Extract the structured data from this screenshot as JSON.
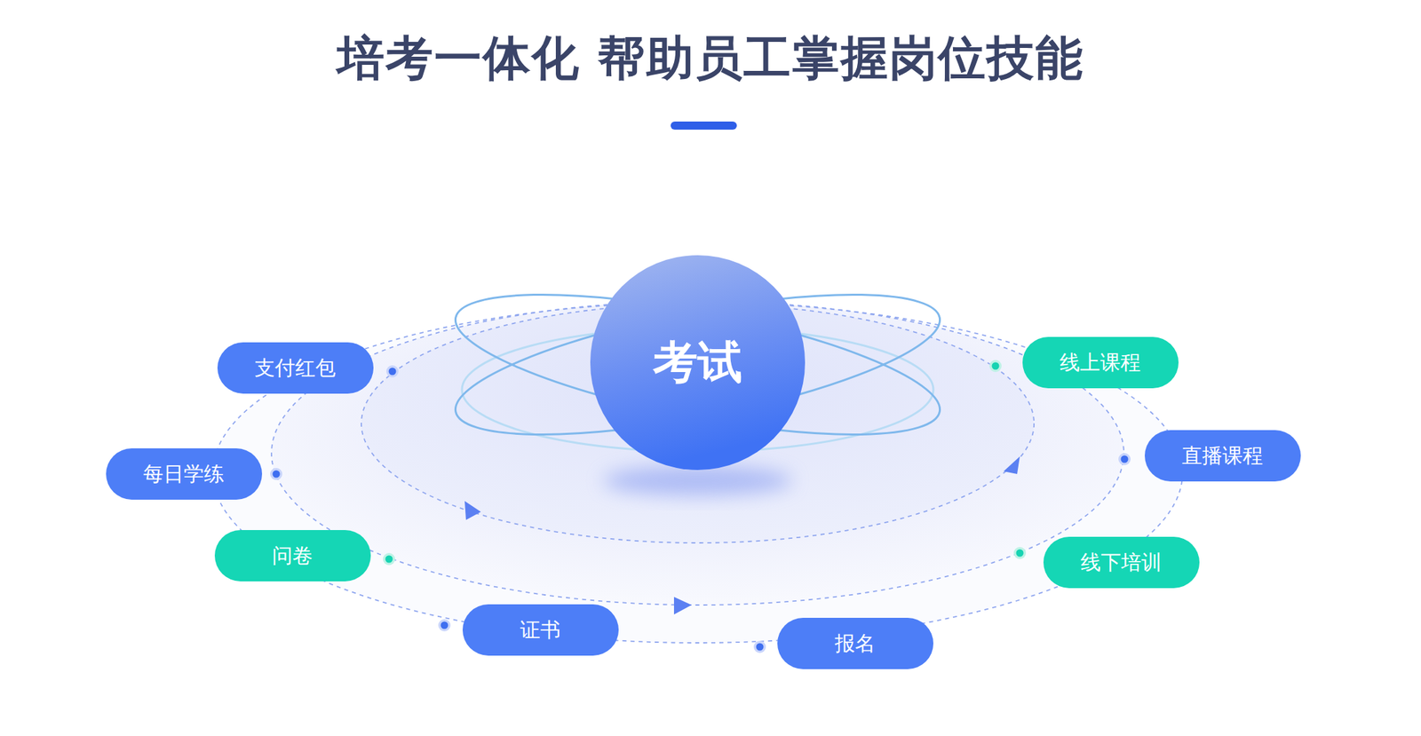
{
  "diagram": {
    "title": "培考一体化 帮助员工掌握岗位技能",
    "nodes": [
      {
        "text": [
          "考试"
        ]
      },
      {
        "text": [
          "支付红包"
        ]
      },
      {
        "text": [
          "线上课程"
        ]
      },
      {
        "text": [
          "直播课程"
        ]
      },
      {
        "text": [
          "每日学练"
        ]
      },
      {
        "text": [
          "问卷"
        ]
      },
      {
        "text": [
          "线下培训"
        ]
      },
      {
        "text": [
          "证书"
        ]
      },
      {
        "text": [
          "报名"
        ]
      }
    ]
  }
}
